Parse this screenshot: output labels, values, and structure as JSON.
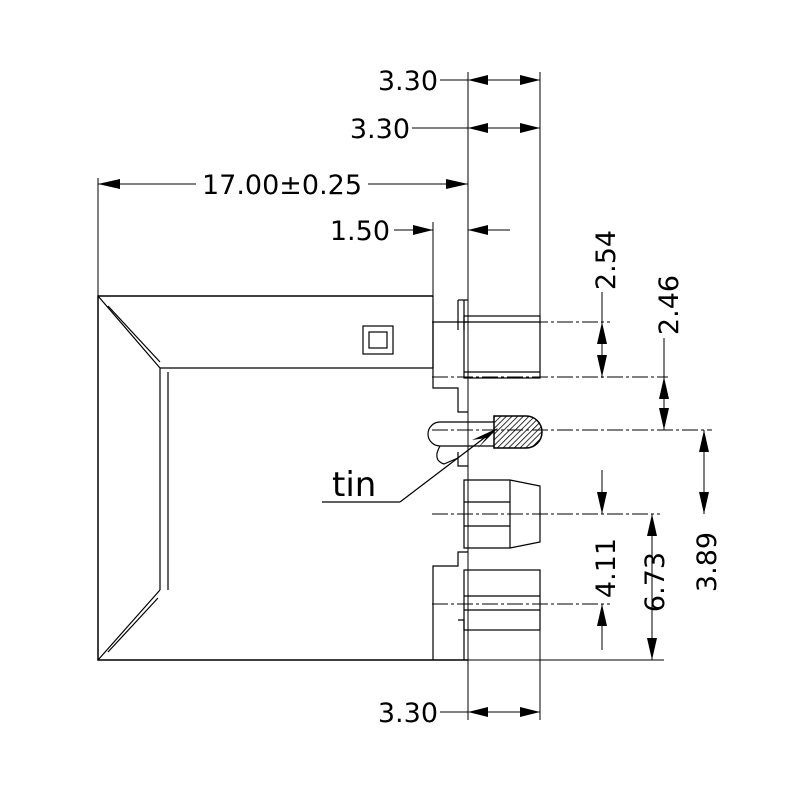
{
  "dimensions": {
    "top_outer_width": "3.30",
    "top_inner_width": "3.30",
    "overall_length": "17.00±0.25",
    "pin_offset": "1.50",
    "pitch_upper": "2.54",
    "pitch_lower": "2.46",
    "pin_to_bottom": "3.89",
    "lower_pitch_a": "4.11",
    "lower_pitch_b": "6.73",
    "bottom_width": "3.30"
  },
  "annotations": {
    "tin_label": "tin"
  }
}
